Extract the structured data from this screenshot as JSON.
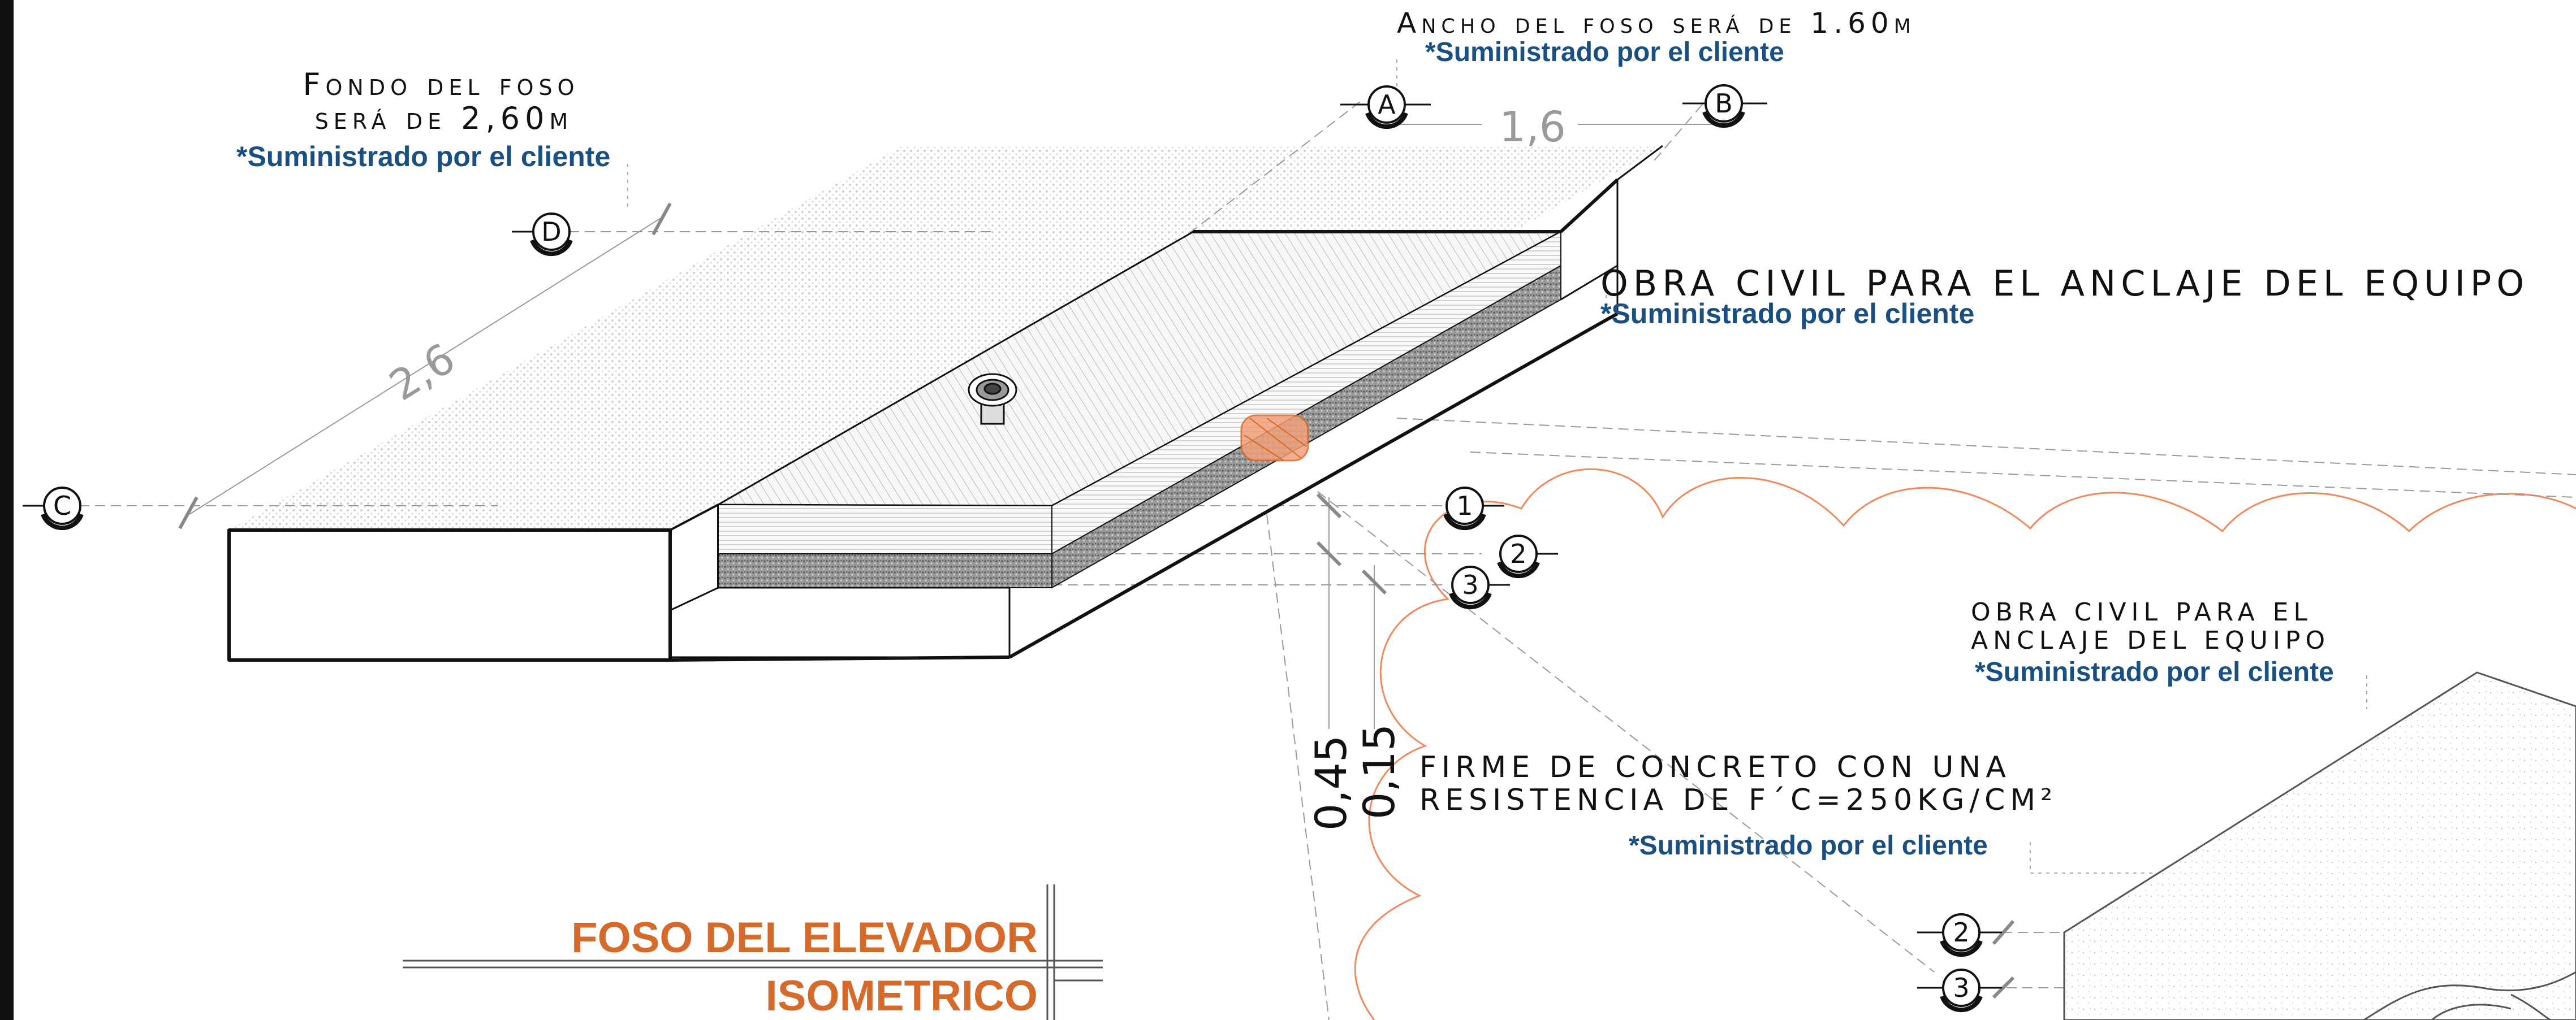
{
  "notes": {
    "ancho_title": "Ancho del foso será de 1.60m",
    "ancho_client": "*Suministrado por el cliente",
    "fondo_line1": "Fondo del foso",
    "fondo_line2": "será de 2,60m",
    "fondo_client": "*Suministrado por el cliente",
    "obra_main": "OBRA CIVIL PARA EL ANCLAJE DEL EQUIPO",
    "obra_main_client": "*Suministrado por el cliente",
    "obra_small_line1": "OBRA CIVIL PARA EL",
    "obra_small_line2": "ANCLAJE DEL EQUIPO",
    "obra_small_client": "*Suministrado por el cliente",
    "firme_line1": "FIRME DE CONCRETO CON UNA",
    "firme_line2": "RESISTENCIA DE F´C=250KG/CM²",
    "firme_client": "*Suministrado por el cliente"
  },
  "dimensions": {
    "width": "1,6",
    "depth": "2,6",
    "height_total": "0,45",
    "height_base": "0,15"
  },
  "grid_bubbles": {
    "a": "A",
    "b": "B",
    "c": "C",
    "d": "D",
    "n1": "1",
    "n2": "2",
    "n3": "3",
    "d2": "2",
    "d3": "3"
  },
  "title_block": {
    "title": "FOSO DEL ELEVADOR",
    "subtitle": "ISOMETRICO"
  },
  "colors": {
    "note_blue": "#1a4f82",
    "title_orange": "#d56a2a",
    "revision_cloud": "#f08a5d",
    "ink": "#111111"
  }
}
